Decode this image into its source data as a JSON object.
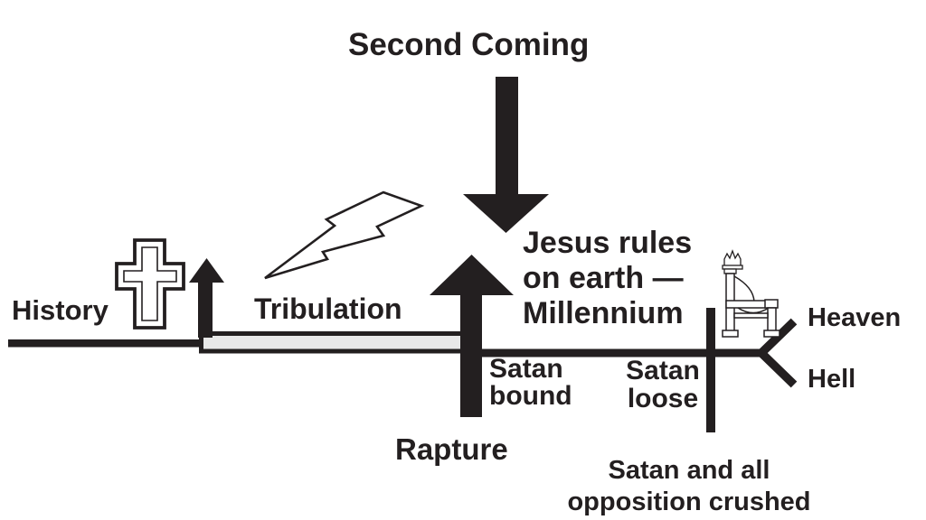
{
  "diagram": {
    "title": "Second Coming",
    "labels": {
      "history": "History",
      "tribulation": "Tribulation",
      "rapture": "Rapture",
      "jesus_rules": "Jesus rules\non earth —\nMillennium",
      "satan_bound": "Satan\nbound",
      "satan_loose": "Satan\nloose",
      "heaven": "Heaven",
      "hell": "Hell",
      "satan_crushed": "Satan and all\nopposition crushed"
    },
    "icons": {
      "cross": "cross-icon",
      "lightning": "lightning-icon",
      "throne": "throne-icon",
      "second_coming_arrow": "down-arrow-icon",
      "church_age_arrow": "up-arrow-icon",
      "rapture_arrow": "up-arrow-icon"
    },
    "colors": {
      "ink": "#231f20",
      "tribulation_fill": "#e8e8e8",
      "background": "#ffffff"
    }
  }
}
